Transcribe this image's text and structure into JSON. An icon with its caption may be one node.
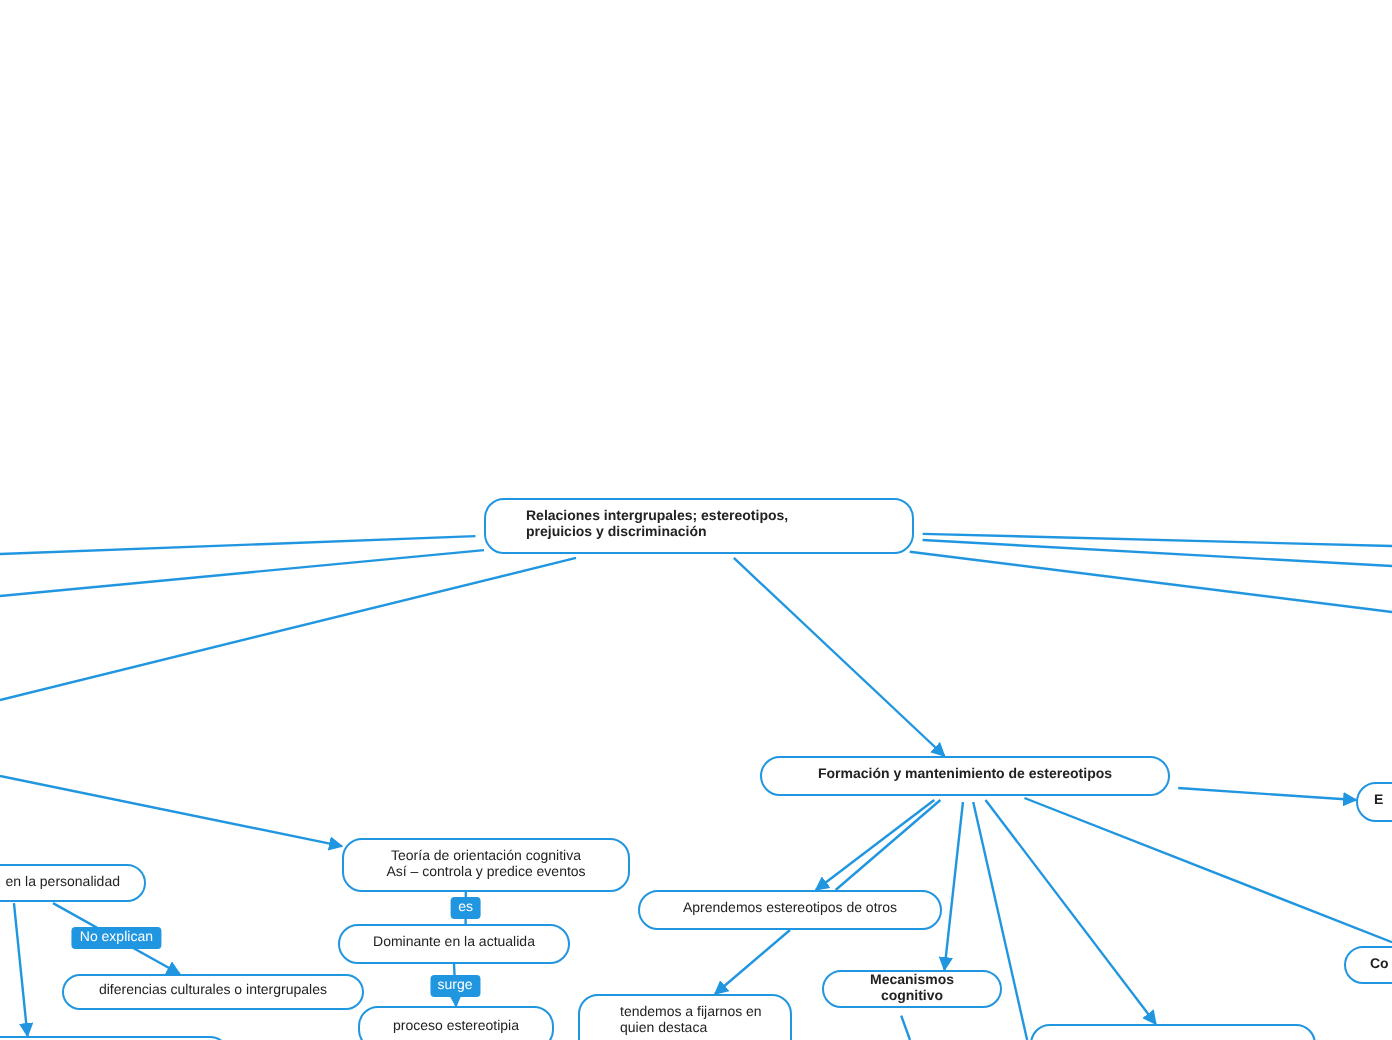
{
  "diagram": {
    "nodes": [
      {
        "text": [
          "Relaciones intergrupales; estereotipos, prejuicios y discriminación"
        ]
      },
      {
        "text": [
          "Formación y mantenimiento de estereotipos"
        ]
      },
      {
        "text": [
          "E"
        ]
      },
      {
        "text": [
          "en la personalidad"
        ]
      },
      {
        "text": [
          "Teoría de orientación cognitiva Así – controla y predice eventos"
        ]
      },
      {
        "text": [
          "Aprendemos estereotipos de otros"
        ]
      },
      {
        "text": [
          "Dominante en la actualida"
        ]
      },
      {
        "text": [
          "diferencias culturales o intergrupales"
        ]
      },
      {
        "text": [
          "Co"
        ]
      },
      {
        "text": [
          "Mecanismos cognitivo"
        ]
      },
      {
        "text": [
          "proceso estereotipia"
        ]
      },
      {
        "text": [
          "tendemos a fijarnos en quien destaca"
        ]
      },
      {
        "text": [],
        "shape": "box"
      },
      {
        "text": [],
        "shape": "box"
      }
    ],
    "edges": [
      {
        "from": 0,
        "to": null,
        "arrow": "none"
      },
      {
        "from": 0,
        "to": null,
        "arrow": "none"
      },
      {
        "from": 0,
        "to": null,
        "arrow": "none"
      },
      {
        "from": 0,
        "to": null,
        "arrow": "none"
      },
      {
        "from": 0,
        "to": null,
        "arrow": "none"
      },
      {
        "from": 0,
        "to": null,
        "arrow": "none"
      },
      {
        "from": 0,
        "to": 1,
        "arrow": "to"
      },
      {
        "from": 1,
        "to": 2,
        "arrow": "to"
      },
      {
        "from": null,
        "to": 4,
        "arrow": "to"
      },
      {
        "from": 3,
        "to": 7,
        "arrow": "to",
        "label": "No explican"
      },
      {
        "from": 3,
        "to": 12,
        "arrow": "to"
      },
      {
        "from": 4,
        "to": 6,
        "arrow": "none",
        "label": "es"
      },
      {
        "from": 6,
        "to": 10,
        "arrow": "to",
        "label": "surge"
      },
      {
        "from": 1,
        "to": 5,
        "arrow": "to"
      },
      {
        "from": 1,
        "to": 5,
        "arrow": "none"
      },
      {
        "from": 5,
        "to": 11,
        "arrow": "to"
      },
      {
        "from": 1,
        "to": 9,
        "arrow": "to"
      },
      {
        "from": 1,
        "to": 13,
        "arrow": "none"
      },
      {
        "from": 1,
        "to": 13,
        "arrow": "to"
      },
      {
        "from": 1,
        "to": 8,
        "arrow": "none"
      },
      {
        "from": 9,
        "to": null,
        "arrow": "none"
      }
    ]
  }
}
